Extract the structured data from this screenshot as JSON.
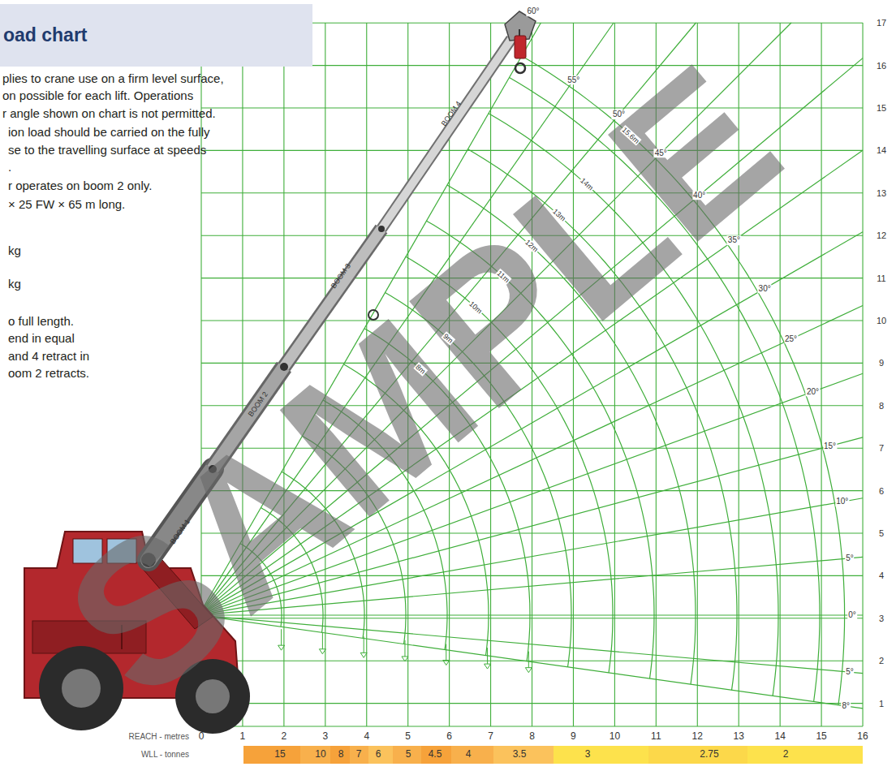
{
  "diagram": {
    "nodes": [
      {
        "text": [
          "oad chart"
        ]
      }
    ],
    "labels": [
      "plies to crane use on a firm level surface,",
      "on possible for each lift. Operations",
      "r angle shown on chart is not permitted.",
      "ion load should be carried on the fully",
      "se to the travelling surface at speeds",
      ".",
      "r operates on boom 2 only.",
      "× 25 FW × 65 m long.",
      "kg",
      "kg",
      "o full length.",
      "end in equal",
      "and 4 retract in",
      "oom 2 retracts.",
      "60°",
      "55°",
      "50°",
      "45°",
      "40°",
      "35°",
      "30°",
      "25°",
      "20°",
      "15°",
      "10°",
      "5°",
      "0°",
      "5°",
      "8°",
      "BOOM 1",
      "BOOM 2",
      "BOOM 3",
      "BOOM 4",
      "15.6m",
      "14m",
      "13m",
      "12m",
      "11m",
      "10m",
      "9m",
      "8m",
      "17",
      "16",
      "15",
      "14",
      "13",
      "12",
      "11",
      "10",
      "9",
      "8",
      "7",
      "6",
      "5",
      "4",
      "3",
      "2",
      "1",
      "REACH - metres",
      "0",
      "1",
      "2",
      "3",
      "4",
      "5",
      "6",
      "7",
      "8",
      "9",
      "10",
      "11",
      "12",
      "13",
      "14",
      "15",
      "16",
      "WLL - tonnes",
      "15",
      "10",
      "8",
      "7",
      "6",
      "5",
      "4.5",
      "4",
      "3.5",
      "3",
      "2.75",
      "2",
      "SAMPLE"
    ]
  }
}
